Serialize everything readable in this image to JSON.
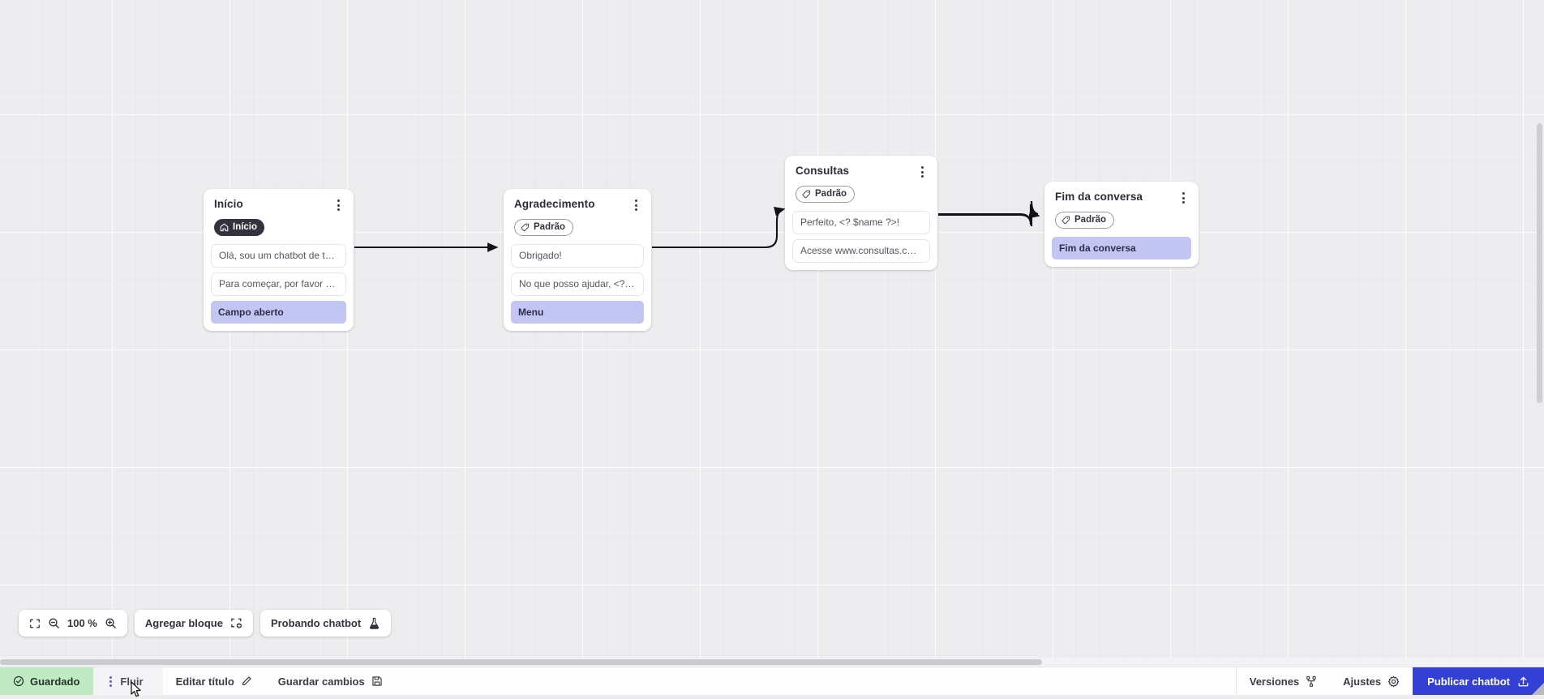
{
  "app": {
    "zoom_level": "100 %",
    "accent_color": "#3340d6",
    "saved_color": "#bfeac2",
    "action_chip_color": "#c3c5f2"
  },
  "canvas": {
    "nodes": [
      {
        "id": "inicio",
        "title": "Início",
        "chip": {
          "label": "Início",
          "icon": "home-icon",
          "style": "start"
        },
        "messages": [
          {
            "text": "Olá, sou um chatbot de teste!",
            "type": "message"
          },
          {
            "text": "Para começar, por favor digite o ...",
            "type": "message"
          },
          {
            "text": "Campo aberto",
            "type": "action"
          }
        ]
      },
      {
        "id": "agradecimento",
        "title": "Agradecimento",
        "chip": {
          "label": "Padrão",
          "icon": "tag-icon",
          "style": "default"
        },
        "messages": [
          {
            "text": "Obrigado!",
            "type": "message"
          },
          {
            "text": "No que posso ajudar, <? $name ...",
            "type": "message"
          },
          {
            "text": "Menu",
            "type": "action"
          }
        ]
      },
      {
        "id": "consultas",
        "title": "Consultas",
        "chip": {
          "label": "Padrão",
          "icon": "tag-icon",
          "style": "default"
        },
        "messages": [
          {
            "text": "Perfeito, <? $name ?>!",
            "type": "message"
          },
          {
            "text": "Acesse www.consultas.com par...",
            "type": "message"
          }
        ]
      },
      {
        "id": "fim",
        "title": "Fim da conversa",
        "chip": {
          "label": "Padrão",
          "icon": "tag-icon",
          "style": "default"
        },
        "messages": [
          {
            "text": "Fim da conversa",
            "type": "action"
          }
        ]
      }
    ],
    "edges": [
      {
        "from": "inicio",
        "to": "agradecimento"
      },
      {
        "from": "agradecimento",
        "to": "consultas"
      },
      {
        "from": "consultas",
        "to": "fim"
      }
    ]
  },
  "toolbar": {
    "fit_icon": "fit-screen-icon",
    "zoom_out_icon": "zoom-out-icon",
    "zoom_label": "100 %",
    "zoom_in_icon": "zoom-in-icon",
    "add_block_label": "Agregar bloque",
    "add_block_icon": "add-block-icon",
    "test_chatbot_label": "Probando chatbot",
    "test_chatbot_icon": "flask-icon"
  },
  "statusbar": {
    "saved_label": "Guardado",
    "saved_icon": "check-circle-icon",
    "more_icon": "vertical-dots-icon",
    "flow_label": "Fluir",
    "edit_title_label": "Editar título",
    "edit_title_icon": "pencil-icon",
    "save_changes_label": "Guardar cambios",
    "save_changes_icon": "save-disk-icon",
    "versions_label": "Versiones",
    "versions_icon": "branch-icon",
    "settings_label": "Ajustes",
    "settings_icon": "gear-icon",
    "publish_label": "Publicar chatbot",
    "publish_icon": "upload-icon"
  }
}
